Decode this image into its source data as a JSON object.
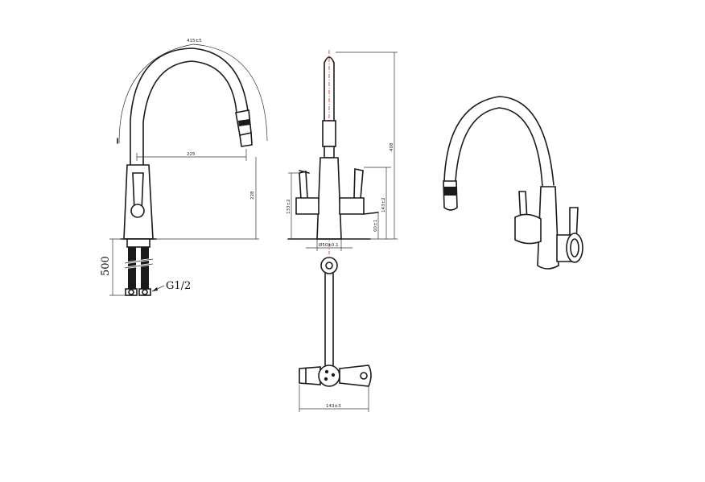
{
  "labels": {
    "spout_arc": "415±5",
    "reach": "225",
    "spout_height": "228",
    "hose_length": "500",
    "connection": "G1/2",
    "total_height": "408",
    "lever_height_left": "133±2",
    "lever_height_right": "143±2",
    "lever_offset": "60±1",
    "base_diameter": "Ø50±0.1",
    "body_width": "143±3"
  },
  "colors": {
    "line": "#1a1a1a",
    "centerline": "#d42020"
  }
}
